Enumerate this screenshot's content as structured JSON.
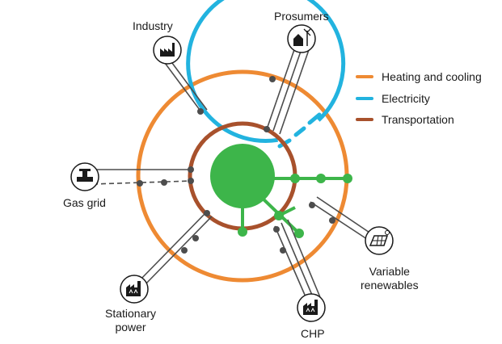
{
  "colors": {
    "heating": "#ee8a33",
    "electricity": "#22b3df",
    "transportation": "#a8512c",
    "hub": "#3db54a",
    "connector": "#4d4d4d"
  },
  "legend": {
    "items": [
      {
        "label": "Heating and cooling",
        "color": "#ee8a33"
      },
      {
        "label": "Electricity",
        "color": "#22b3df"
      },
      {
        "label": "Transportation",
        "color": "#a8512c"
      }
    ]
  },
  "nodes": {
    "industry": {
      "label": "Industry",
      "icon": "factory-icon"
    },
    "prosumers": {
      "label": "Prosumers",
      "icon": "house-wind-icon"
    },
    "gas_grid": {
      "label": "Gas grid",
      "icon": "gas-valve-icon"
    },
    "variable_renewables": {
      "label_line1": "Variable",
      "label_line2": "renewables",
      "icon": "solar-panel-icon"
    },
    "chp": {
      "label": "CHP",
      "icon": "power-plant-icon"
    },
    "stationary_power": {
      "label_line1": "Stationary",
      "label_line2": "power",
      "icon": "power-plant-icon"
    }
  }
}
